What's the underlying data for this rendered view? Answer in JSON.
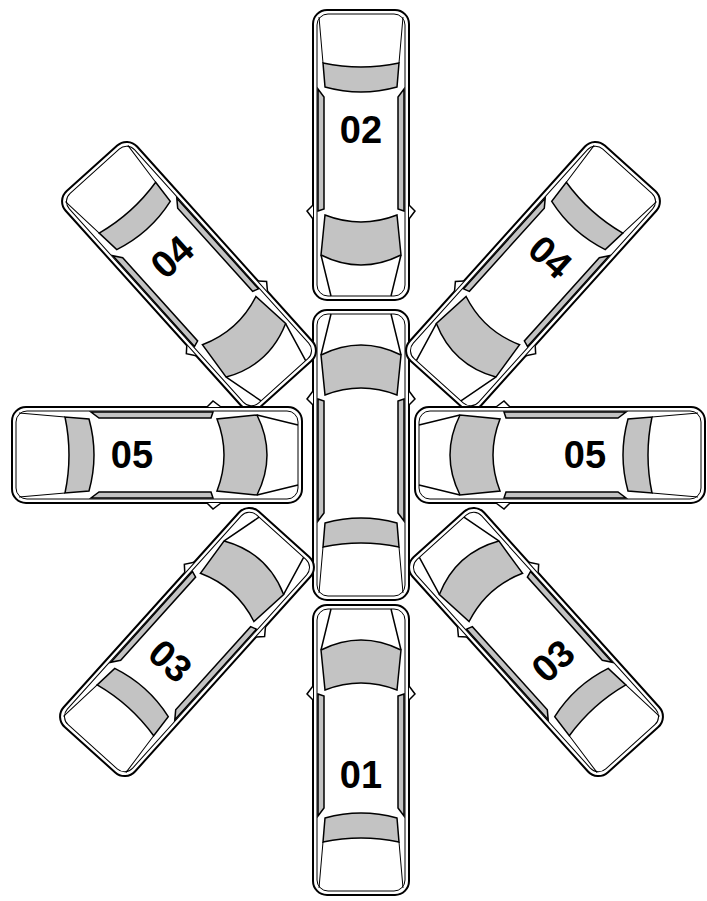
{
  "diagram": {
    "labels": [
      "02",
      "04",
      "04",
      "05",
      "05",
      "03",
      "03",
      "01"
    ]
  }
}
